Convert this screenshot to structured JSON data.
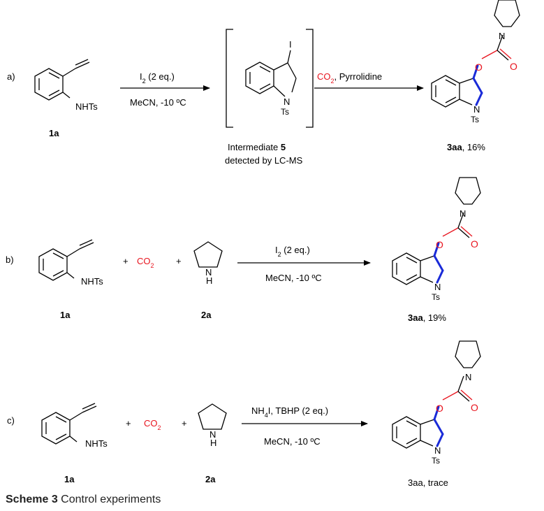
{
  "caption": {
    "bold": "Scheme 3",
    "text": "Control experiments"
  },
  "rows": [
    {
      "label": "a)",
      "substrate_group": "NHTs",
      "substrate_id": "1a",
      "arrow1_top_pre": "I",
      "arrow1_top_sub": "2",
      "arrow1_top_post": " (2 eq.)",
      "arrow1_bottom": "MeCN, -10 ºC",
      "intermediate_atom_I": "I",
      "intermediate_atom_N": "N",
      "intermediate_ts": "Ts",
      "intermediate_caption_pre": "Intermediate ",
      "intermediate_caption_num": "5",
      "intermediate_caption_line2": "detected by LC-MS",
      "arrow2_top_co2": "CO",
      "arrow2_top_co2_sub": "2",
      "arrow2_top_post": ", Pyrrolidine",
      "product_id": "3aa",
      "product_yield": ", 16%"
    },
    {
      "label": "b)",
      "substrate_group": "NHTs",
      "substrate_id": "1a",
      "plus1": "+",
      "co2": "CO",
      "co2_sub": "2",
      "plus2": "+",
      "amine_nh": "N",
      "amine_h": "H",
      "amine_id": "2a",
      "arrow_top_pre": "I",
      "arrow_top_sub": "2",
      "arrow_top_post": " (2 eq.)",
      "arrow_bottom": "MeCN, -10 ºC",
      "product_id": "3aa",
      "product_yield": ", 19%"
    },
    {
      "label": "c)",
      "substrate_group": "NHTs",
      "substrate_id": "1a",
      "plus1": "+",
      "co2": "CO",
      "co2_sub": "2",
      "plus2": "+",
      "amine_nh": "N",
      "amine_h": "H",
      "amine_id": "2a",
      "arrow_top_pre": "NH",
      "arrow_top_sub": "4",
      "arrow_top_post": "I, TBHP (2 eq.)",
      "arrow_bottom": "MeCN, -10 ºC",
      "product_id": "3aa",
      "product_yield": ", trace"
    }
  ],
  "product_atoms": {
    "O": "O",
    "O2": "O",
    "N": "N",
    "Nring": "N",
    "Ts": "Ts"
  },
  "colors": {
    "co2": "#e8141e",
    "new_bonds": "#1a2bd8",
    "text": "#000000"
  }
}
